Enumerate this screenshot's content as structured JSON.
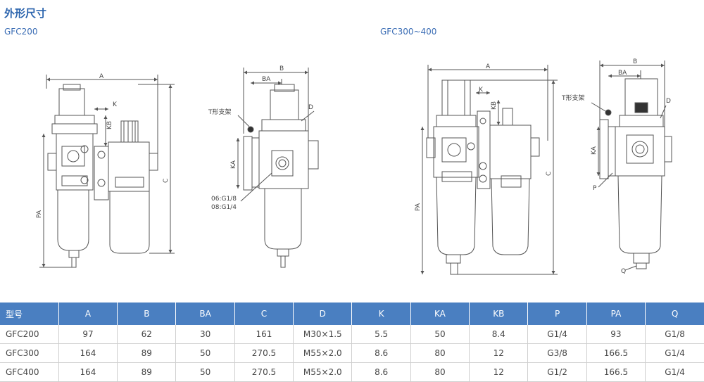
{
  "page": {
    "title": "外形尺寸",
    "section_left": "GFC200",
    "section_right": "GFC300~400"
  },
  "drawing_labels": {
    "g200_front": {
      "a": "A",
      "k": "K",
      "kb": "KB",
      "c": "C",
      "pa": "PA"
    },
    "g200_side": {
      "b": "B",
      "ba": "BA",
      "bracket": "T形支架",
      "d": "D",
      "ka": "KA",
      "port1": "06:G1/8",
      "port2": "08:G1/4"
    },
    "g300_front": {
      "a": "A",
      "k": "K",
      "kb": "KB",
      "c": "C",
      "pa": "PA"
    },
    "g300_side": {
      "b": "B",
      "ba": "BA",
      "bracket": "T形支架",
      "d": "D",
      "ka": "KA",
      "p": "P",
      "q": "Q"
    }
  },
  "table": {
    "headers": [
      "型号",
      "A",
      "B",
      "BA",
      "C",
      "D",
      "K",
      "KA",
      "KB",
      "P",
      "PA",
      "Q"
    ],
    "rows": [
      [
        "GFC200",
        "97",
        "62",
        "30",
        "161",
        "M30×1.5",
        "5.5",
        "50",
        "8.4",
        "G1/4",
        "93",
        "G1/8"
      ],
      [
        "GFC300",
        "164",
        "89",
        "50",
        "270.5",
        "M55×2.0",
        "8.6",
        "80",
        "12",
        "G3/8",
        "166.5",
        "G1/4"
      ],
      [
        "GFC400",
        "164",
        "89",
        "50",
        "270.5",
        "M55×2.0",
        "8.6",
        "80",
        "12",
        "G1/2",
        "166.5",
        "G1/4"
      ]
    ]
  },
  "colors": {
    "accent": "#2a63ad",
    "header_bg": "#4a7fc1"
  }
}
